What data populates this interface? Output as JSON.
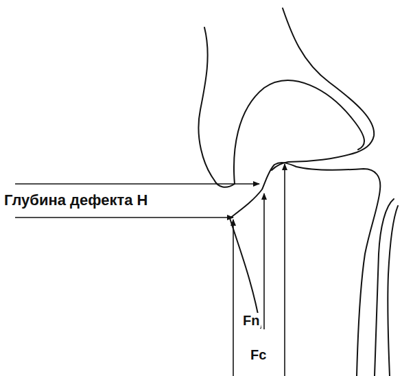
{
  "diagram": {
    "labels": [
      "Глубина дефекта H",
      "Fn",
      "Fc"
    ]
  }
}
